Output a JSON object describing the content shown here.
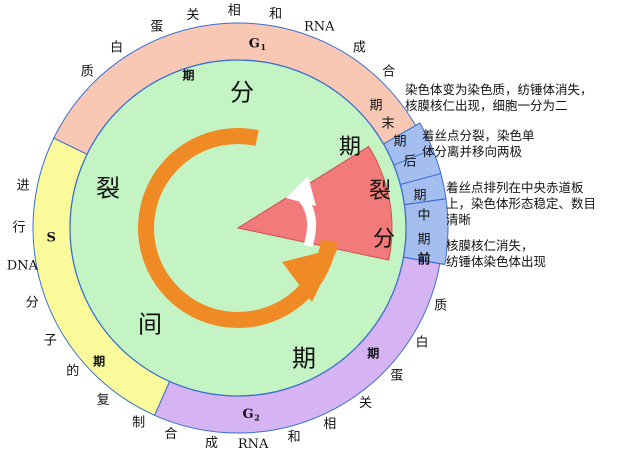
{
  "diagram": {
    "outer_labels": {
      "g1_text": [
        "质",
        "白",
        "蛋",
        "关",
        "相",
        "和",
        "RNA",
        "成",
        "合"
      ],
      "g1_name": "G",
      "g1_sub": "1",
      "g1_period": "期",
      "s_text": [
        "进",
        "行",
        "DNA",
        "分",
        "子",
        "的",
        "复",
        "制"
      ],
      "s_name": "S",
      "s_period": "期",
      "g2_text": [
        "合",
        "成",
        "RNA",
        "和",
        "相",
        "关",
        "蛋",
        "白",
        "质"
      ],
      "g2_name": "G",
      "g2_sub": "2",
      "g2_period": "期"
    },
    "interphase_chars": [
      "分",
      "裂",
      "间",
      "期"
    ],
    "mitosis_chars": [
      "期",
      "裂",
      "分"
    ],
    "stages": [
      {
        "name": "末期",
        "chars": [
          "期",
          "末"
        ],
        "note": [
          "染色体变为染色质，纺锤体消失，",
          "核膜核仁出现，细胞一分为二"
        ]
      },
      {
        "name": "后期",
        "chars": [
          "期",
          "后"
        ],
        "note": [
          "着丝点分裂，染色单",
          "体分离并移向两极"
        ]
      },
      {
        "name": "中期",
        "chars": [
          "期",
          "中"
        ],
        "note": [
          "着丝点排列在中央赤道板",
          "上，染色体形态稳定、数目",
          "清晰"
        ]
      },
      {
        "name": "前期",
        "chars": [
          "期",
          "前"
        ],
        "note": [
          "核膜核仁消失，",
          "纺锤体染色体出现"
        ]
      }
    ],
    "colors": {
      "g1": "#f8c8b4",
      "s": "#fafa9a",
      "g2": "#d6b4f4",
      "stages": "#a4bef0",
      "inner": "#c4f4c4",
      "mitosis_wedge": "#f27a7a",
      "arrow": "#f08a24",
      "arrow_white": "#ffffff",
      "line": "#3a6fd0"
    }
  }
}
